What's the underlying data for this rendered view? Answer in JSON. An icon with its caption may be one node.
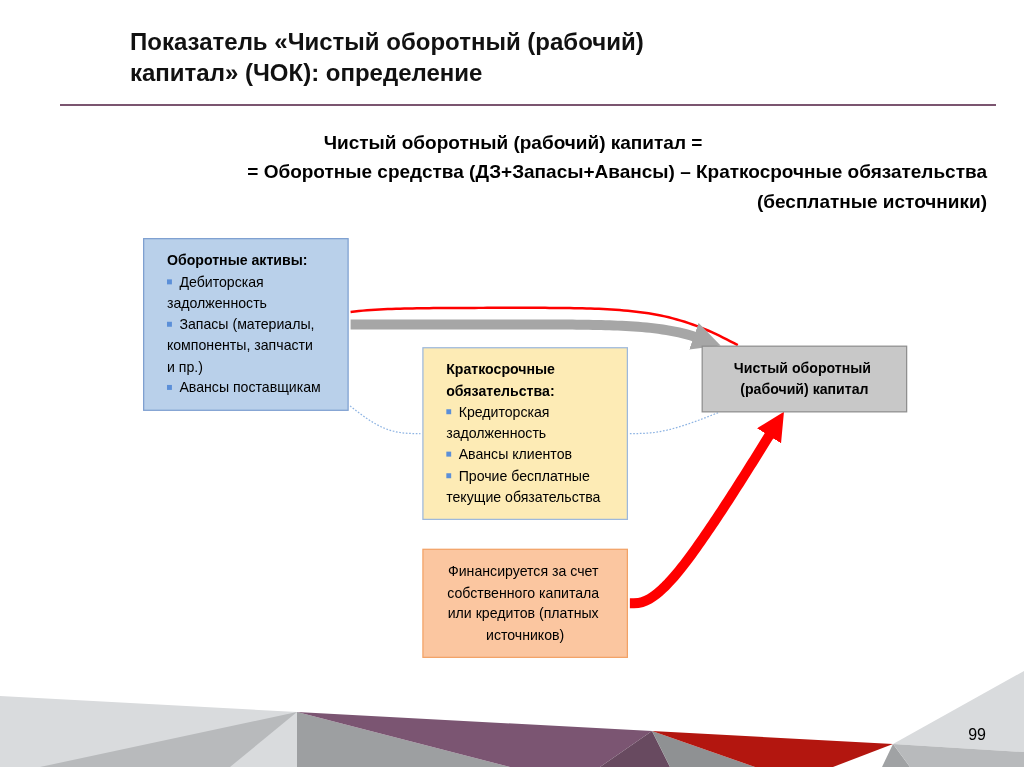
{
  "diagram": {
    "title": "Показатель «Чистый оборотный (рабочий) капитал» (ЧОК): определение",
    "nodes": [
      {
        "text": [
          "Оборотные активы:",
          "Дебиторская задолженность",
          "Запасы (материалы, компоненты, запчасти и пр.)",
          "Авансы поставщикам"
        ]
      },
      {
        "text": [
          "Чистый оборотный (рабочий) капитал"
        ]
      },
      {
        "text": [
          "Краткосрочные обязательства:",
          "Кредиторская задолженность",
          "Авансы клиентов",
          "Прочие бесплатные текущие обязательства"
        ]
      },
      {
        "text": [
          "Финансируется за счет собственного капитала или кредитов (платных источников)"
        ]
      }
    ],
    "edges": [
      {
        "from": 0,
        "to": 1,
        "arrow": "none",
        "color": "#ff0000"
      },
      {
        "from": 0,
        "to": 1,
        "arrow": "to",
        "style": "thick",
        "color": "#a6a6a6"
      },
      {
        "from": 0,
        "to": 2,
        "arrow": "none",
        "style": "dashed",
        "color": "#8eb4e3"
      },
      {
        "from": 2,
        "to": 1,
        "arrow": "none",
        "style": "dashed",
        "color": "#8eb4e3"
      },
      {
        "from": 3,
        "to": 1,
        "arrow": "to",
        "style": "thick",
        "color": "#ff0000"
      }
    ],
    "labels": [
      "Чистый оборотный (рабочий) капитал =",
      "= Оборотные средства (ДЗ+Запасы+Авансы) – Краткосрочные обязательства",
      "(бесплатные источники)",
      "99"
    ]
  }
}
